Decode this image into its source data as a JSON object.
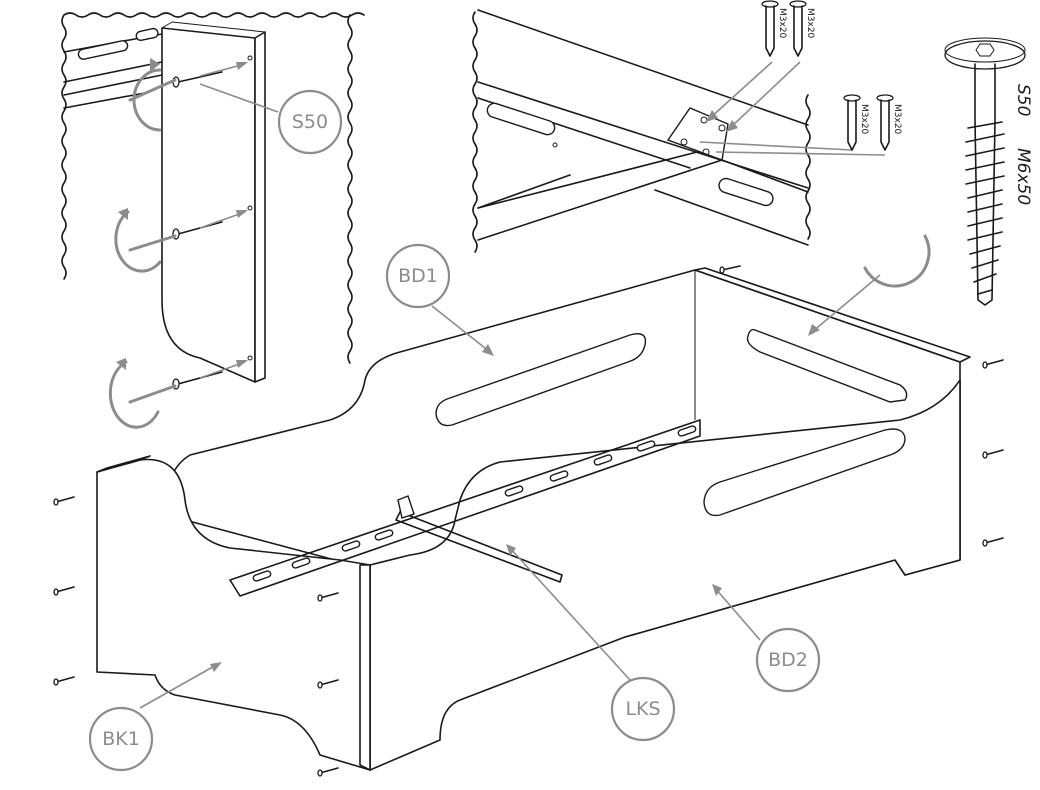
{
  "parts": {
    "s50": "S50",
    "bd1": "BD1",
    "bd2": "BD2",
    "bk1": "BK1",
    "lks": "LKS"
  },
  "hardware": {
    "small_screw_spec": "M3x20",
    "big_screw_code": "S50",
    "big_screw_spec": "M6x50"
  },
  "colors": {
    "line": "#1a1a1a",
    "callout": "#8c8c8c",
    "background": "#ffffff"
  }
}
